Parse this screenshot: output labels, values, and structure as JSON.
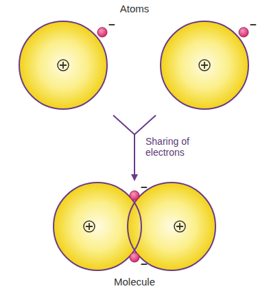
{
  "diagram": {
    "labels": [
      "Atoms",
      "−",
      "−",
      "Sharing of electrons",
      "−",
      "−",
      "Molecule"
    ]
  }
}
